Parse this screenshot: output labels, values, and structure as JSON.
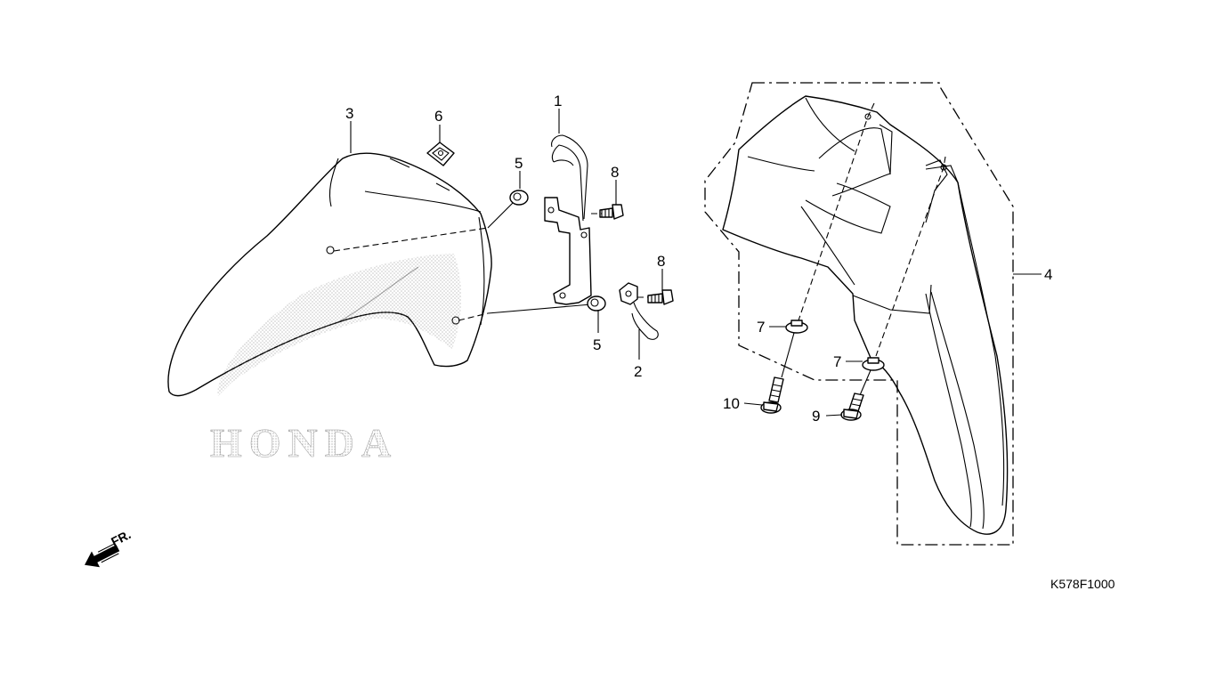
{
  "diagram": {
    "watermark": "HONDA",
    "direction_label": "FR.",
    "reference_code": "K578F1000",
    "callouts": [
      "1",
      "2",
      "3",
      "4",
      "5",
      "5",
      "6",
      "7",
      "7",
      "8",
      "8",
      "9",
      "10"
    ]
  },
  "colors": {
    "line": "#000000",
    "background": "#ffffff",
    "watermark_dots": "#9a9a9a"
  }
}
